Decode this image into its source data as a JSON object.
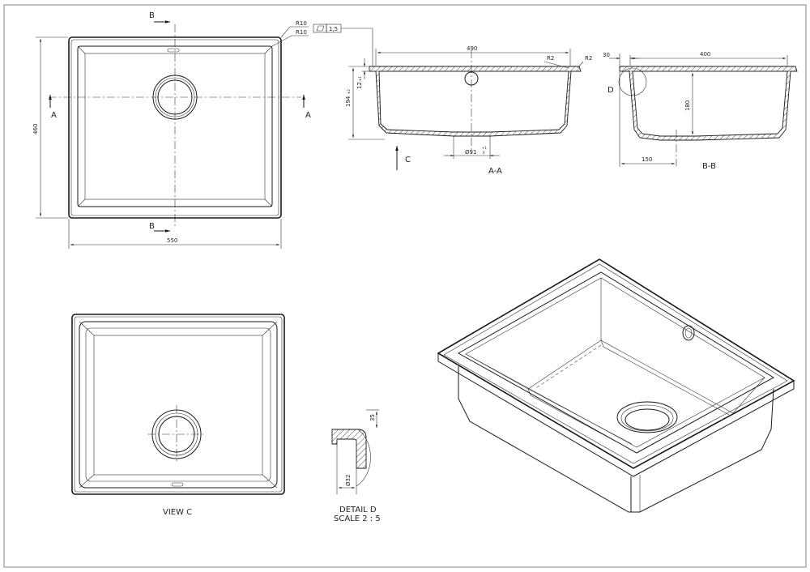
{
  "drawing": {
    "top_view": {
      "width_dim": "550",
      "height_dim": "460",
      "radius_outer": "R10",
      "radius_inner": "R10",
      "section_a": "A",
      "section_b": "B",
      "flatness_value": "1,5"
    },
    "section_aa": {
      "width_dim": "490",
      "depth_dim": "194",
      "depth_tol": "±2",
      "rim_dim": "12",
      "rim_tol": "±1",
      "radius_left": "R2",
      "radius_right": "R2",
      "drain_dim": "Ø91",
      "drain_tol_upper": "+1",
      "drain_tol_lower": "0",
      "view_arrow": "C",
      "title": "A-A"
    },
    "section_bb": {
      "rim_dim": "30",
      "width_dim": "400",
      "depth_dim": "180",
      "offset_dim": "150",
      "detail_marker": "D",
      "title": "B-B"
    },
    "view_c": {
      "title": "VIEW C"
    },
    "detail_d": {
      "height_dim": "35",
      "thickness_dim": "Ø32",
      "title": "DETAIL D",
      "scale": "SCALE 2 : 5"
    }
  }
}
